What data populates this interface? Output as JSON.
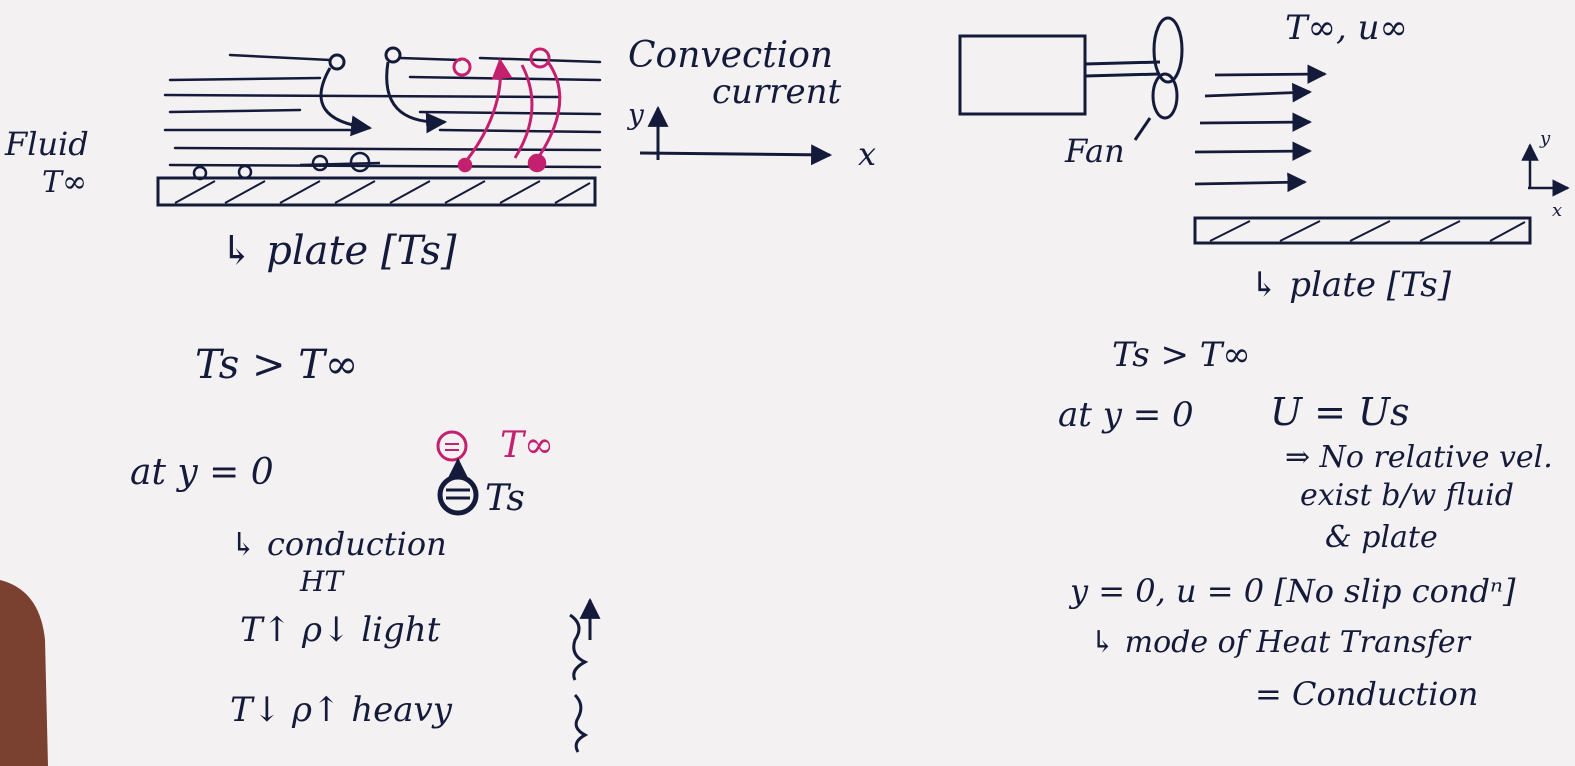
{
  "left": {
    "fluid_label_1": "Fluid",
    "fluid_label_2": "T∞",
    "convection_label_1": "Convection",
    "convection_label_2": "current",
    "axis_y": "y",
    "axis_x": "x",
    "plate_label": "↳ plate [Ts]",
    "condition": "Ts > T∞",
    "at_y0": "at y = 0",
    "t_inf": "T∞",
    "t_s": "Ts",
    "conduction": "↳ conduction",
    "ht": "HT",
    "light_line": "T↑ ρ↓ light",
    "heavy_line": "T↓ ρ↑ heavy"
  },
  "right": {
    "fan_label": "Fan",
    "free_stream": "T∞, u∞",
    "axis_y": "y",
    "axis_x": "x",
    "plate_label": "↳ plate [Ts]",
    "condition": "Ts > T∞",
    "at_y0": "at y = 0",
    "u_eq": "U = Us",
    "no_rel_1": "⇒ No relative vel.",
    "no_rel_2": "exist b/w fluid",
    "no_rel_3": "& plate",
    "no_slip": "y = 0, u = 0 [No slip condⁿ]",
    "mode_1": "↳ mode of Heat Transfer",
    "mode_2": "= Conduction"
  },
  "colors": {
    "ink": "#141a3a",
    "pink": "#c5206f",
    "paper": "#f3f1f2"
  }
}
